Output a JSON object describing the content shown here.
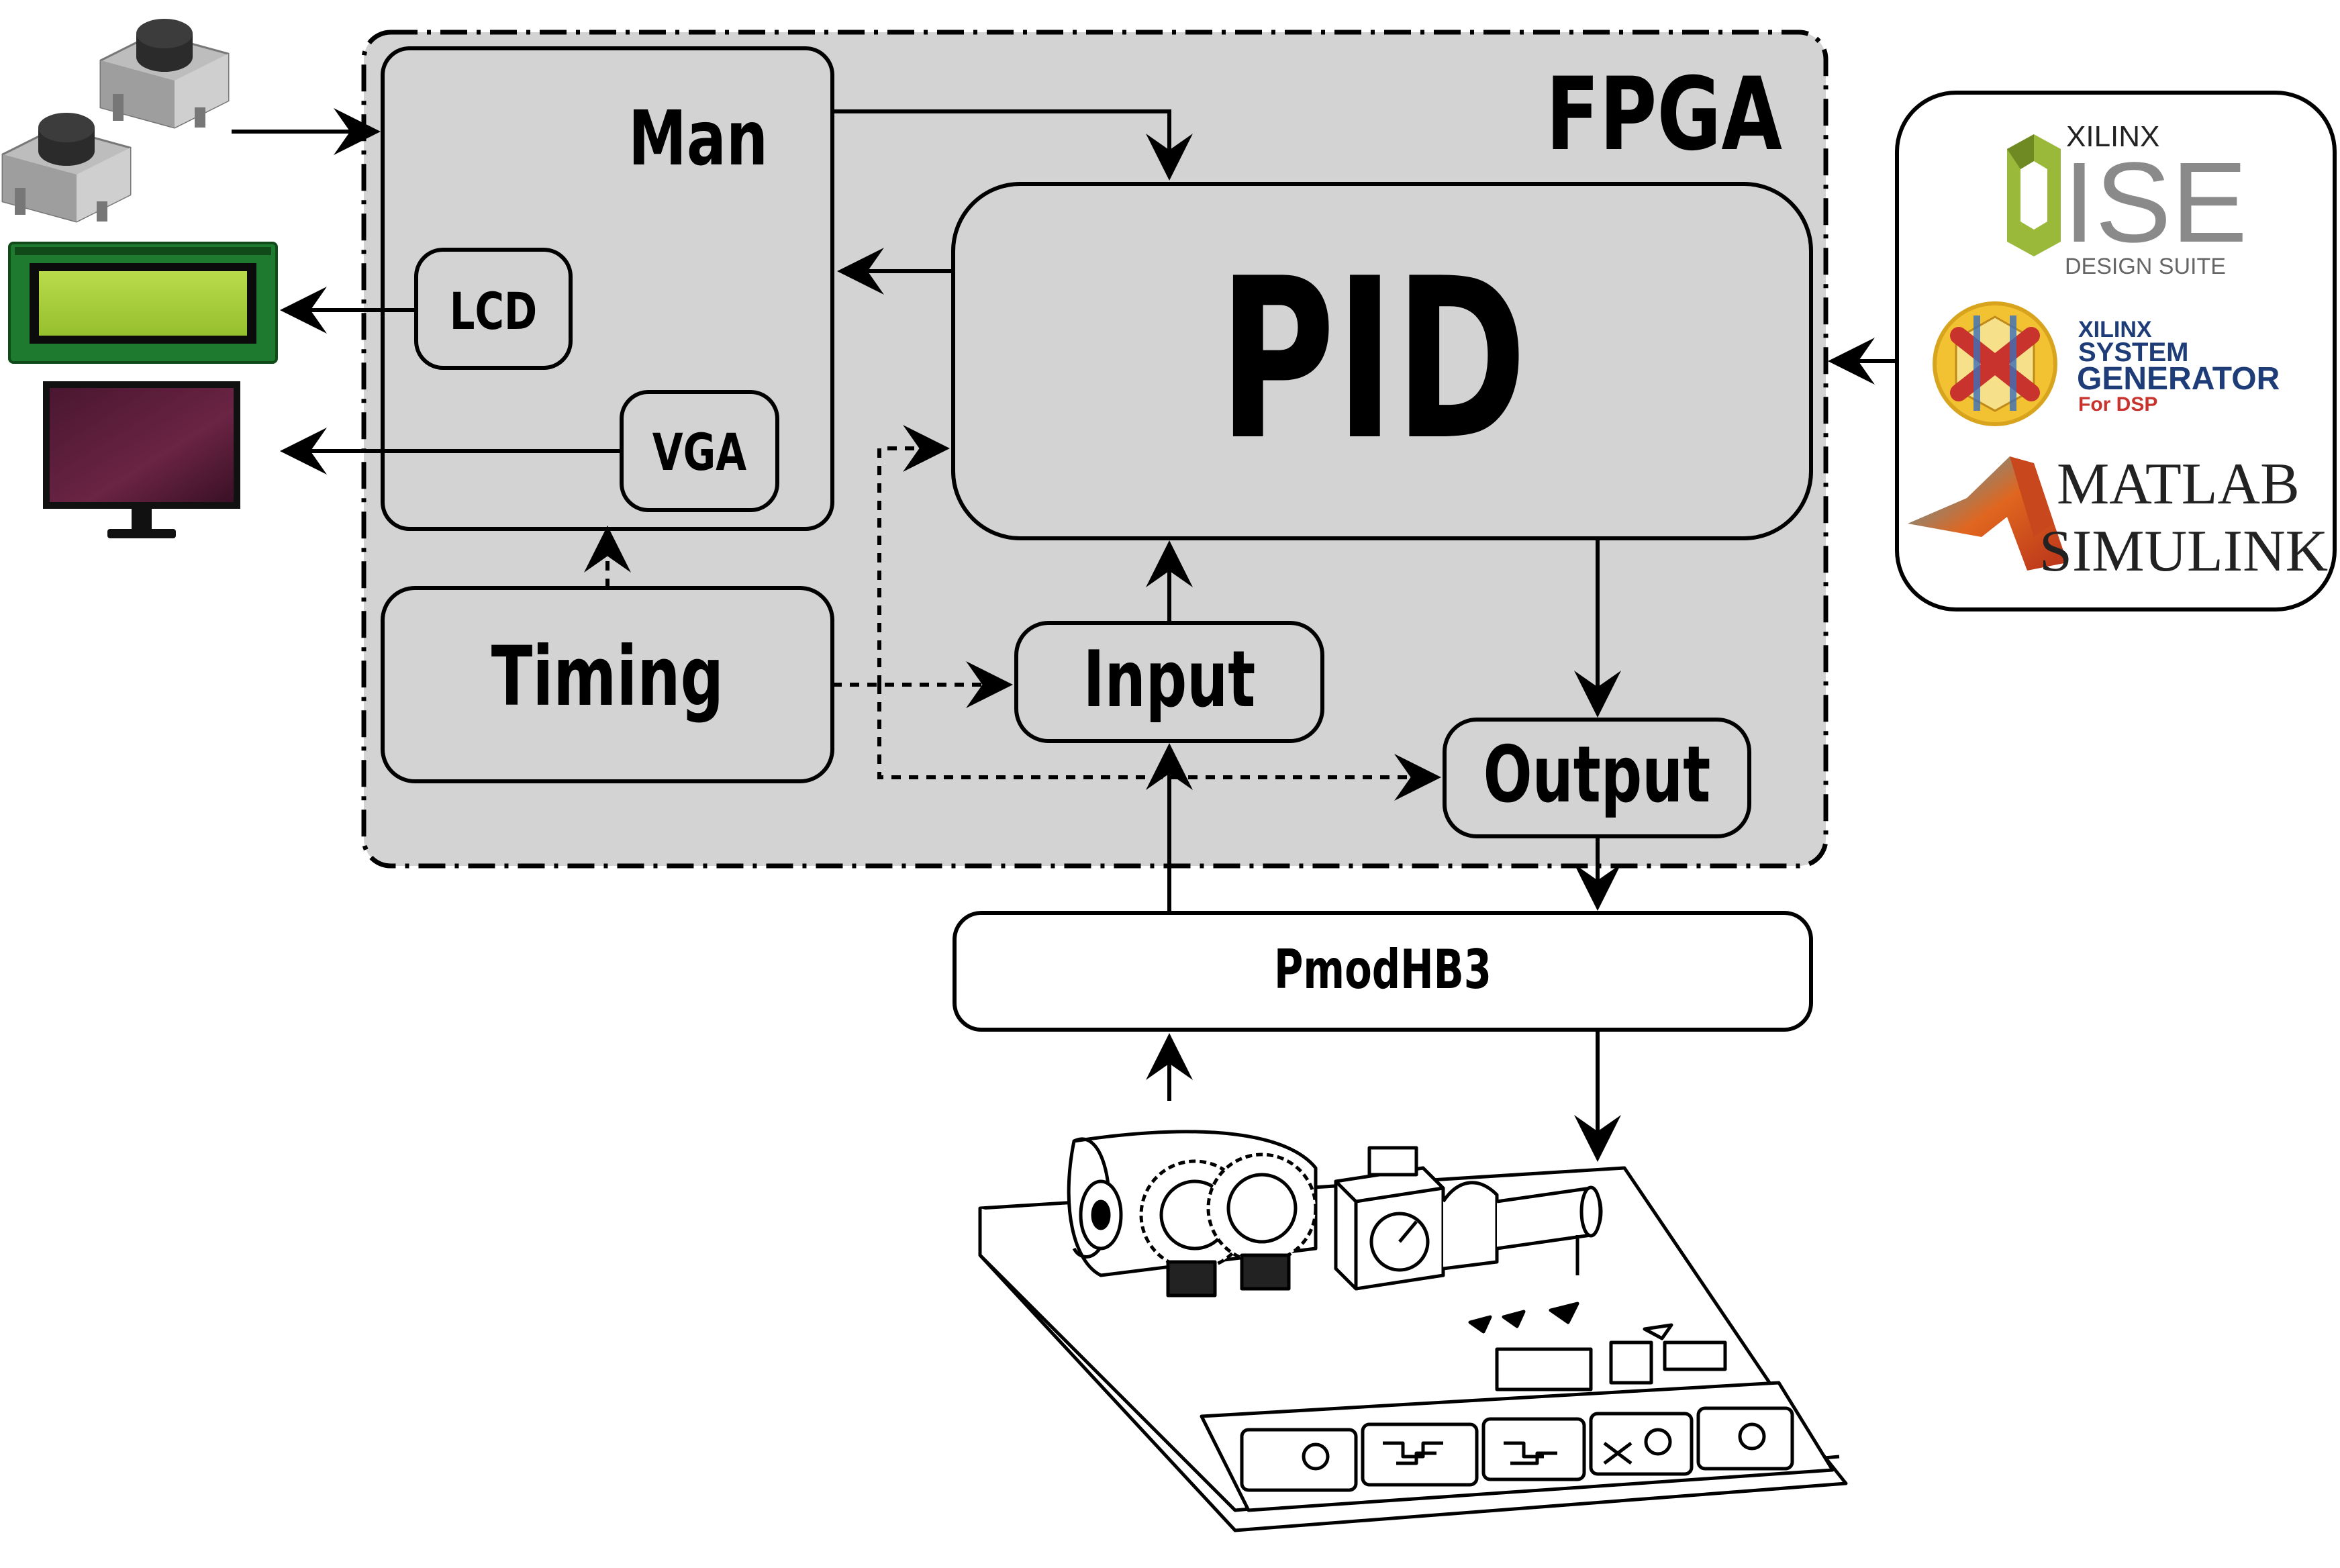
{
  "blocks": {
    "fpga": "FPGA",
    "man": "Man",
    "pid": "PID",
    "lcd": "LCD",
    "vga": "VGA",
    "timing": "Timing",
    "input": "Input",
    "output": "Output",
    "pmod": "PmodHB3"
  },
  "tools": {
    "xilinx": "XILINX",
    "ise": "ISE",
    "design_suite": "DESIGN SUITE",
    "sysgen_xilinx": "XILINX",
    "sysgen_system": "SYSTEM",
    "sysgen_generator": "GENERATOR",
    "sysgen_dsp": "For DSP",
    "matlab": "MATLAB",
    "simulink": "SIMULINK"
  },
  "colors": {
    "fpga_fill": "#d3d3d3",
    "lcd_screen": "#a9cf3b",
    "lcd_board": "#1e7a2e",
    "monitor_screen": "#5e1f3a",
    "ise_green": "#9ab83a",
    "sysgen_yellow": "#f2c232",
    "sysgen_red": "#c8332e",
    "matlab_orange": "#e0661f"
  }
}
